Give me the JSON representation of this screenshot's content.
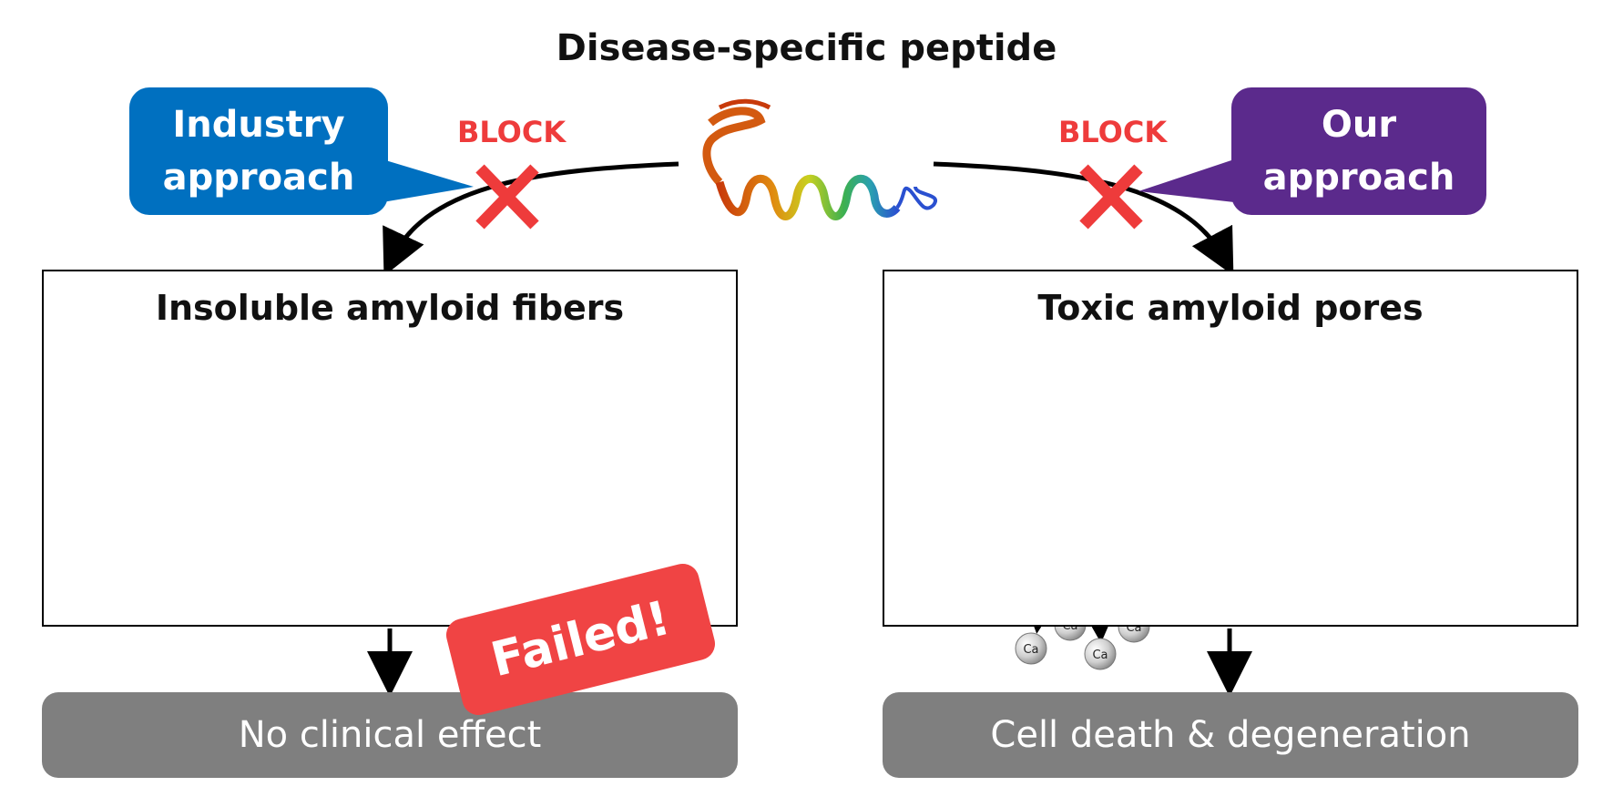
{
  "title": "Disease-specific peptide",
  "left": {
    "callout_line1": "Industry",
    "callout_line2": "approach",
    "block_label": "BLOCK",
    "panel_title": "Insoluble amyloid fibers",
    "outcome": "No clinical effect",
    "failed_label": "Failed!"
  },
  "right": {
    "callout_line1": "Our",
    "callout_line2": "approach",
    "block_label": "BLOCK",
    "panel_title": "Toxic amyloid pores",
    "outcome": "Cell death & degeneration",
    "ion_label": "Ca"
  },
  "colors": {
    "industry_blue": "#0070c0",
    "our_purple": "#5b2a8c",
    "block_red": "#ee3b3b",
    "outcome_gray": "#7f7f7f",
    "failed_red": "#f04444",
    "membrane_yellow": "#f7c31a"
  }
}
